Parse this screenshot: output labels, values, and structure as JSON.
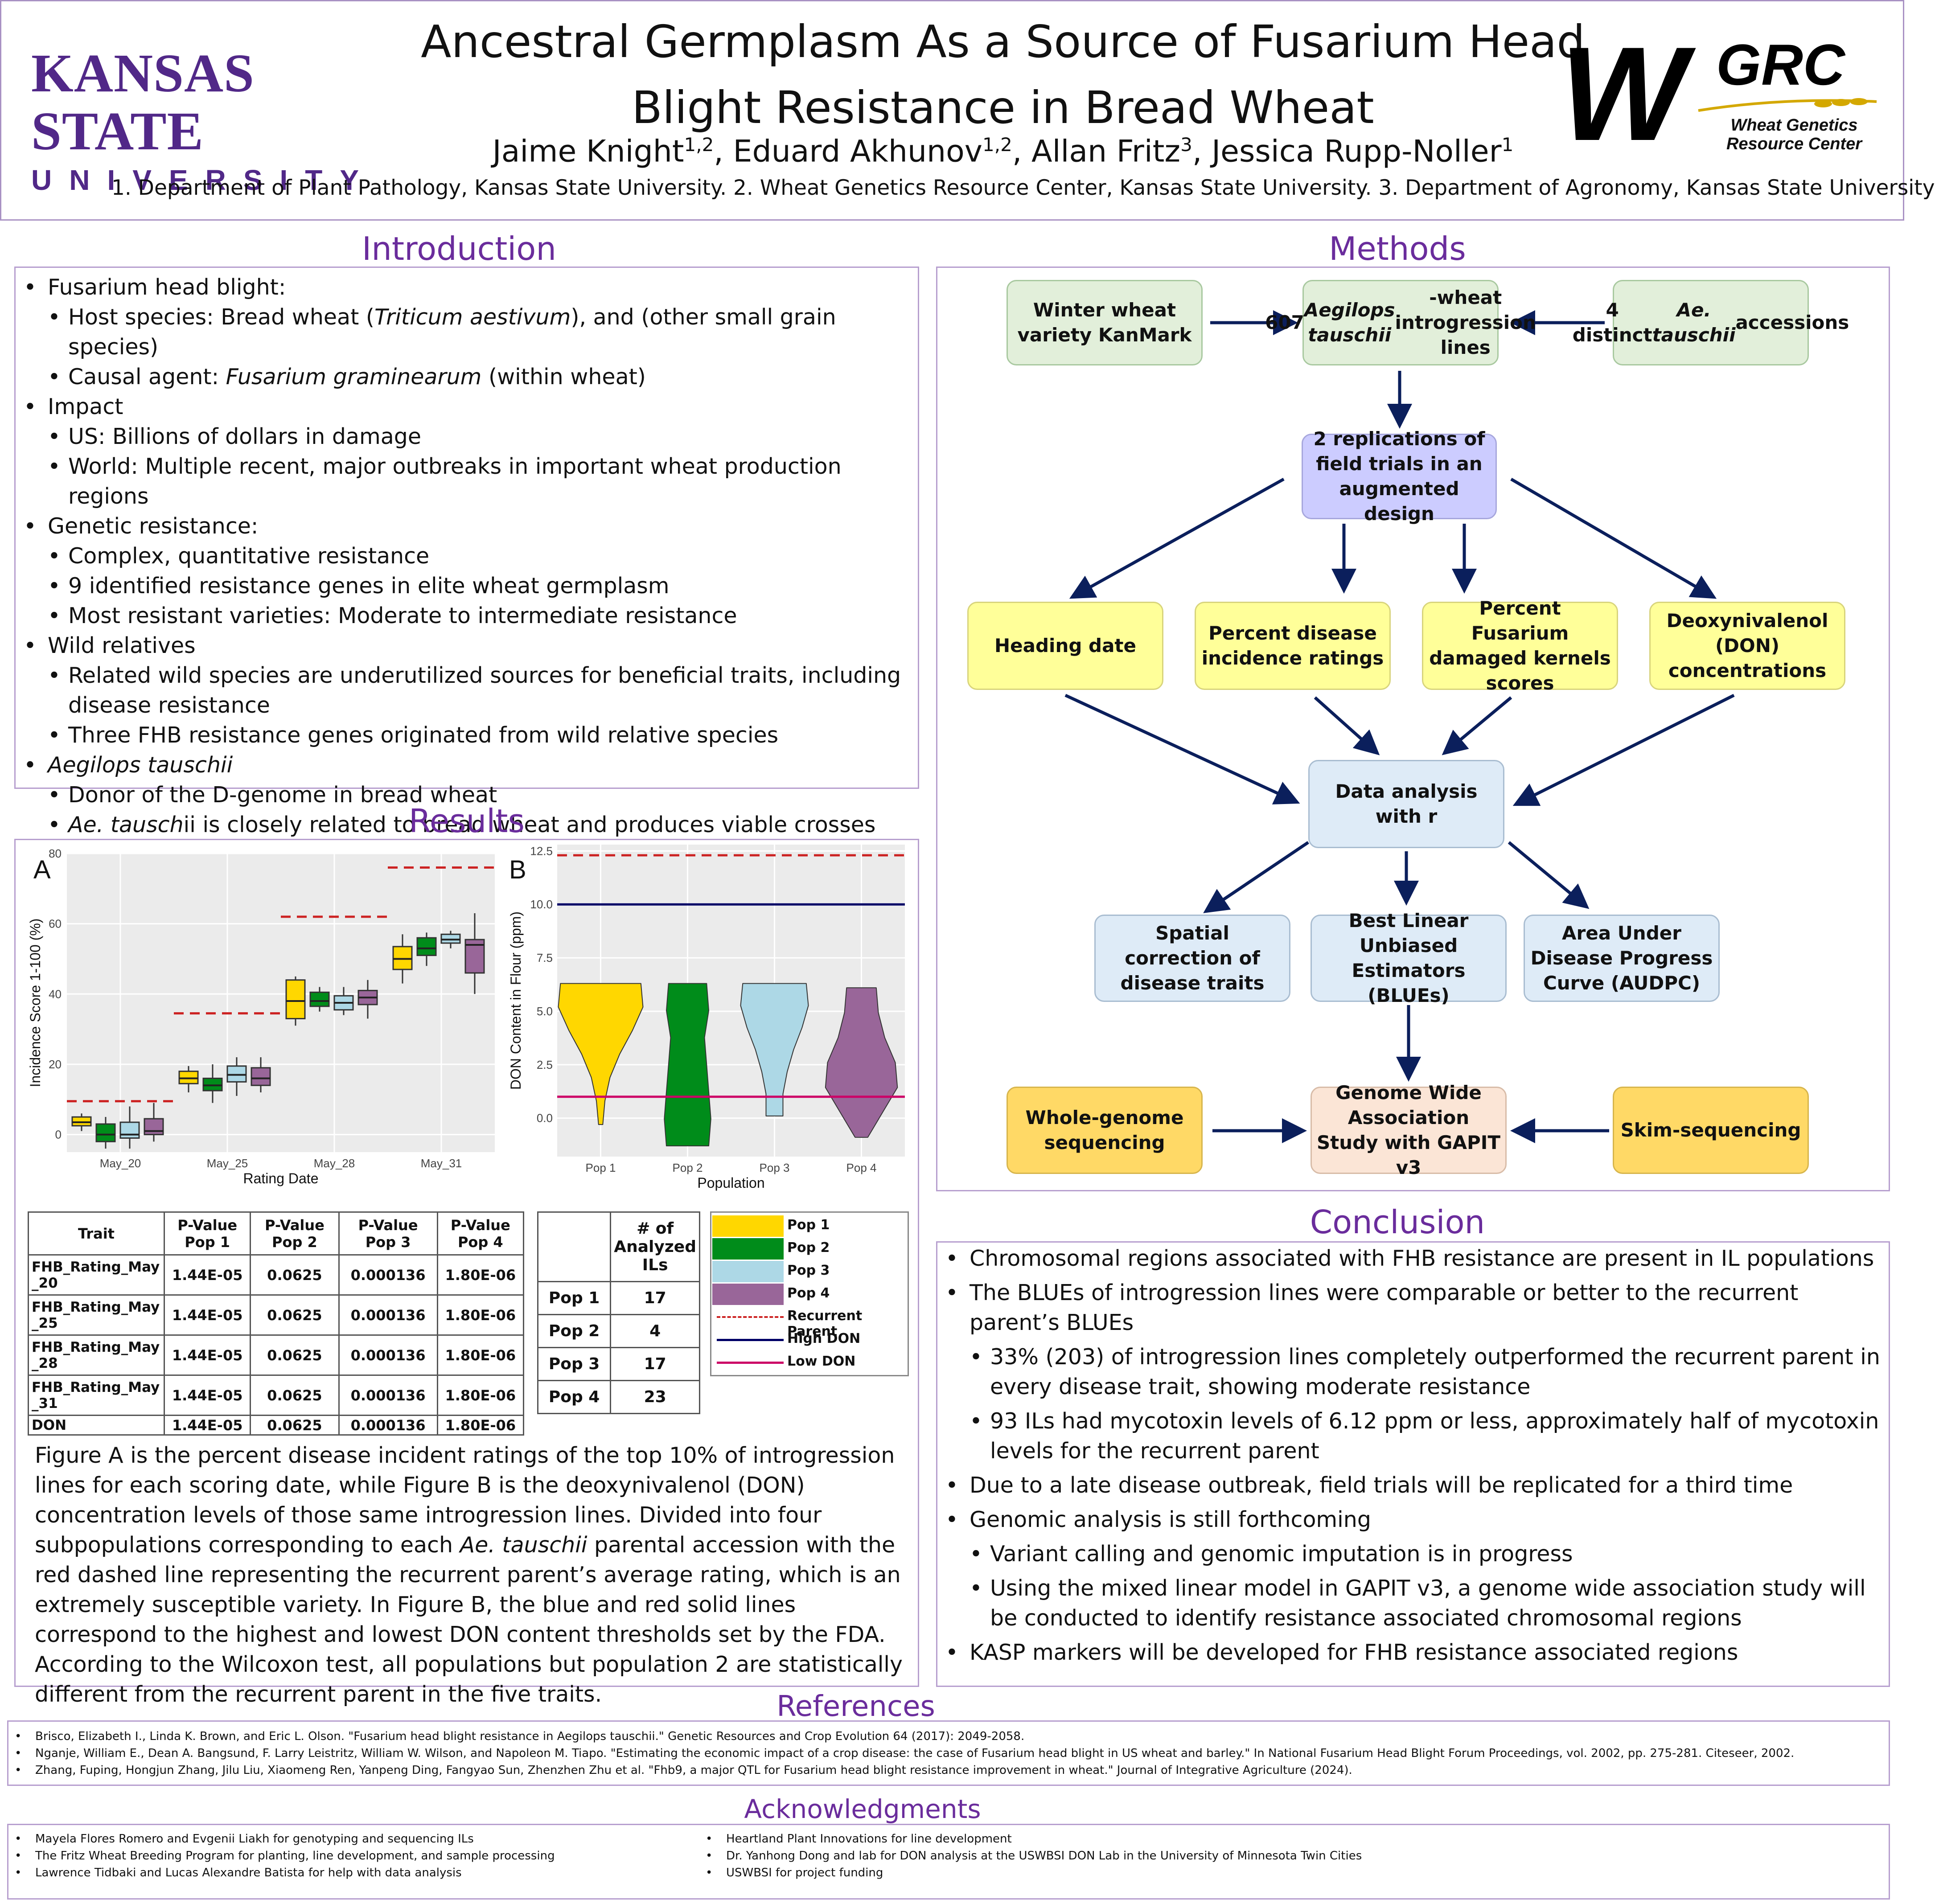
{
  "header": {
    "logo_line1": "KANSAS STATE",
    "logo_line2": "UNIVERSITY",
    "title_line1": "Ancestral Germplasm As a Source of Fusarium Head",
    "title_line2": "Blight Resistance in Bread Wheat",
    "authors": [
      {
        "name": "Jaime Knight",
        "sup": "1,2",
        "sep": ", "
      },
      {
        "name": "Eduard Akhunov",
        "sup": "1,2",
        "sep": ", "
      },
      {
        "name": "Allan Fritz",
        "sup": "3",
        "sep": ", "
      },
      {
        "name": "Jessica Rupp-Noller",
        "sup": "1",
        "sep": ""
      }
    ],
    "affiliations": "1. Department of Plant Pathology, Kansas State University. 2. Wheat Genetics Resource Center, Kansas State University. 3. Department of Agronomy, Kansas State University",
    "wgrc_letter": "W",
    "wgrc_small": "GRC",
    "wgrc_line1": "Wheat Genetics",
    "wgrc_line2": "Resource Center"
  },
  "introduction": {
    "title": "Introduction",
    "items": [
      {
        "level": 1,
        "html": "Fusarium head blight:"
      },
      {
        "level": 2,
        "html": "Host species: Bread wheat (<i>Triticum aestivum</i>), and (other small grain species)"
      },
      {
        "level": 2,
        "html": "Causal agent: <i>Fusarium graminearum</i> (within wheat)"
      },
      {
        "level": 1,
        "html": "Impact"
      },
      {
        "level": 2,
        "html": "US: Billions of dollars in damage"
      },
      {
        "level": 2,
        "html": "World: Multiple recent, major outbreaks in important wheat production regions"
      },
      {
        "level": 1,
        "html": "Genetic resistance:"
      },
      {
        "level": 2,
        "html": "Complex, quantitative resistance"
      },
      {
        "level": 2,
        "html": "9 identified resistance genes in elite wheat germplasm"
      },
      {
        "level": 2,
        "html": "Most resistant varieties: Moderate to intermediate resistance"
      },
      {
        "level": 1,
        "html": "Wild relatives"
      },
      {
        "level": 2,
        "html": "Related wild species are underutilized sources for beneficial traits, including disease resistance"
      },
      {
        "level": 2,
        "html": "Three FHB resistance genes originated from wild relative species"
      },
      {
        "level": 1,
        "html": "<i>Aegilops tauschii</i>"
      },
      {
        "level": 2,
        "html": "Donor of the D-genome in bread wheat"
      },
      {
        "level": 2,
        "html": "<i>Ae. tausch</i>ii is closely related to bread wheat and produces viable crosses"
      }
    ]
  },
  "methods": {
    "title": "Methods",
    "boxes": {
      "kanmark": "Winter wheat variety KanMark",
      "lines607": "607 <i>Aegilops tauschii</i>-wheat introgression lines",
      "accessions": "4 distinct <i>Ae. tauschii</i> accessions",
      "field": "2 replications of field trials in an augmented design",
      "heading": "Heading date",
      "incidence": "Percent disease incidence ratings",
      "fdk": "Percent Fusarium damaged kernels scores",
      "don": "Deoxynivalenol (DON) concentrations",
      "analysis": "Data analysis with r",
      "spatial": "Spatial correction of disease traits",
      "blues": "Best Linear Unbiased Estimators (BLUEs)",
      "audpc": "Area Under Disease Progress Curve (AUDPC)",
      "wgs": "Whole-genome sequencing",
      "gwas": "Genome Wide Association Study with GAPIT v3",
      "skim": "Skim-sequencing"
    }
  },
  "results": {
    "title": "Results",
    "pvalue_table": {
      "headers": [
        "Trait",
        "P-Value Pop 1",
        "P-Value Pop 2",
        "P-Value Pop 3",
        "P-Value Pop 4"
      ],
      "rows": [
        [
          "FHB_Rating_May_20",
          "1.44E-05",
          "0.0625",
          "0.000136",
          "1.80E-06"
        ],
        [
          "FHB_Rating_May_25",
          "1.44E-05",
          "0.0625",
          "0.000136",
          "1.80E-06"
        ],
        [
          "FHB_Rating_May_28",
          "1.44E-05",
          "0.0625",
          "0.000136",
          "1.80E-06"
        ],
        [
          "FHB_Rating_May_31",
          "1.44E-05",
          "0.0625",
          "0.000136",
          "1.80E-06"
        ],
        [
          "DON",
          "1.44E-05",
          "0.0625",
          "0.000136",
          "1.80E-06"
        ]
      ]
    },
    "count_table": {
      "header": "# of Analyzed ILs",
      "rows": [
        [
          "Pop 1",
          "17"
        ],
        [
          "Pop 2",
          "4"
        ],
        [
          "Pop 3",
          "17"
        ],
        [
          "Pop 4",
          "23"
        ]
      ]
    },
    "legend": [
      {
        "label": "Pop 1",
        "kind": "fill",
        "color": "#ffd700"
      },
      {
        "label": "Pop 2",
        "kind": "fill",
        "color": "#008c1a"
      },
      {
        "label": "Pop 3",
        "kind": "fill",
        "color": "#add8e6"
      },
      {
        "label": "Pop 4",
        "kind": "fill",
        "color": "#996699"
      },
      {
        "label": "Recurrent Parent",
        "kind": "dash",
        "color": "#cc2222"
      },
      {
        "label": "High DON",
        "kind": "line",
        "color": "#000066"
      },
      {
        "label": "Low DON",
        "kind": "line",
        "color": "#cc0066"
      }
    ],
    "caption": "Figure A is the percent disease incident ratings of the top 10% of introgression lines for each scoring date, while Figure B is the deoxynivalenol (DON) concentration levels of those same introgression lines. Divided into four subpopulations corresponding to each <i>Ae. tauschii</i> parental accession with the red dashed line representing the recurrent parent’s average rating, which is an extremely susceptible variety. In Figure B, the blue and red solid lines correspond to the highest and lowest DON content thresholds set by the FDA. According to the Wilcoxon test, all populations but population 2 are statistically different from the recurrent parent in the five traits."
  },
  "chart_data": [
    {
      "type": "box",
      "panel_label": "A",
      "xlabel": "Rating Date",
      "ylabel": "Incidence Score 1-100 (%)",
      "categories": [
        "May_20",
        "May_25",
        "May_28",
        "May_31"
      ],
      "ylim": [
        -5,
        80
      ],
      "yticks": [
        0,
        20,
        40,
        60,
        80
      ],
      "grid": true,
      "recurrent_parent": [
        9.5,
        34.5,
        62,
        76
      ],
      "series": [
        {
          "name": "Pop 1",
          "color": "#ffd700",
          "boxes": [
            [
              1,
              2.5,
              3.5,
              5,
              6
            ],
            [
              12,
              14.5,
              16,
              18,
              19.5
            ],
            [
              31,
              33,
              38,
              44,
              45
            ],
            [
              43,
              47,
              50,
              53.5,
              57
            ]
          ]
        },
        {
          "name": "Pop 2",
          "color": "#008c1a",
          "boxes": [
            [
              -4,
              -2,
              0,
              3,
              5
            ],
            [
              9,
              12.5,
              14,
              16,
              20
            ],
            [
              35,
              36.5,
              38,
              40.5,
              42
            ],
            [
              48,
              51,
              53,
              56,
              57.5
            ]
          ]
        },
        {
          "name": "Pop 3",
          "color": "#add8e6",
          "boxes": [
            [
              -4,
              -1,
              0,
              3.5,
              8
            ],
            [
              11,
              15,
              17,
              19.5,
              22
            ],
            [
              34,
              35.5,
              37.5,
              39.5,
              42
            ],
            [
              53,
              54.5,
              55.5,
              57,
              58
            ]
          ]
        },
        {
          "name": "Pop 4",
          "color": "#996699",
          "boxes": [
            [
              -2,
              0,
              1,
              4.5,
              9
            ],
            [
              12,
              14,
              16,
              19,
              22
            ],
            [
              33,
              37,
              39,
              41,
              44
            ],
            [
              40,
              46,
              54,
              55.5,
              63
            ]
          ]
        }
      ]
    },
    {
      "type": "violin",
      "panel_label": "B",
      "xlabel": "Population",
      "ylabel": "DON Content in Flour (ppm)",
      "categories": [
        "Pop 1",
        "Pop 2",
        "Pop 3",
        "Pop 4"
      ],
      "ylim": [
        -1.8,
        12.8
      ],
      "yticks": [
        0.0,
        2.5,
        5.0,
        7.5,
        10.0,
        12.5
      ],
      "grid": true,
      "recurrent_parent": 12.3,
      "high_don": 10.0,
      "low_don": 1.0,
      "series": [
        {
          "name": "Pop 1",
          "color": "#ffd700",
          "min": -0.3,
          "max": 6.3
        },
        {
          "name": "Pop 2",
          "color": "#008c1a",
          "min": -1.3,
          "max": 6.3
        },
        {
          "name": "Pop 3",
          "color": "#add8e6",
          "min": 0.1,
          "max": 6.3
        },
        {
          "name": "Pop 4",
          "color": "#996699",
          "min": -0.9,
          "max": 6.1
        }
      ]
    }
  ],
  "conclusion": {
    "title": "Conclusion",
    "items": [
      {
        "level": 1,
        "html": "Chromosomal regions associated with FHB resistance are present in IL populations"
      },
      {
        "level": 1,
        "html": "The BLUEs of introgression lines were comparable or better to the recurrent parent’s BLUEs"
      },
      {
        "level": 2,
        "html": "33% (203) of introgression lines completely outperformed the recurrent parent in every disease trait, showing moderate resistance"
      },
      {
        "level": 2,
        "html": "93 ILs had mycotoxin levels of 6.12 ppm or less, approximately half of mycotoxin levels for the recurrent parent"
      },
      {
        "level": 1,
        "html": "Due to a late disease outbreak, field trials will be replicated for a third time"
      },
      {
        "level": 1,
        "html": "Genomic analysis is still forthcoming"
      },
      {
        "level": 2,
        "html": "Variant calling and genomic imputation is in progress"
      },
      {
        "level": 2,
        "html": "Using the mixed linear model in GAPIT v3, a genome wide association study will be conducted to identify resistance associated chromosomal regions"
      },
      {
        "level": 1,
        "html": "KASP markers will be developed for FHB resistance associated regions"
      }
    ]
  },
  "references": {
    "title": "References",
    "items": [
      "Brisco, Elizabeth I., Linda K. Brown, and Eric L. Olson. \"Fusarium head blight resistance in Aegilops tauschii.\" Genetic Resources and Crop Evolution 64 (2017): 2049-2058.",
      "Nganje, William E., Dean A. Bangsund, F. Larry Leistritz, William W. Wilson, and Napoleon M. Tiapo. \"Estimating the economic impact of a crop disease: the case of Fusarium head blight in US wheat and barley.\" In National Fusarium Head Blight Forum Proceedings, vol. 2002, pp. 275-281. Citeseer, 2002.",
      "Zhang, Fuping, Hongjun Zhang, Jilu Liu, Xiaomeng Ren, Yanpeng Ding, Fangyao Sun, Zhenzhen Zhu et al. \"Fhb9, a major QTL for Fusarium head blight resistance improvement in wheat.\" Journal of Integrative Agriculture (2024)."
    ]
  },
  "acknowledgments": {
    "title": "Acknowledgments",
    "left": [
      "Mayela Flores Romero and Evgenii Liakh for genotyping and sequencing ILs",
      "The Fritz Wheat Breeding Program for planting, line development, and sample processing",
      "Lawrence Tidbaki and Lucas Alexandre Batista for help with data analysis"
    ],
    "right": [
      "Heartland Plant Innovations for line development",
      "Dr. Yanhong Dong and lab for DON analysis at the USWBSI DON Lab in the University of Minnesota Twin Cities",
      "USWBSI for project funding"
    ]
  },
  "colors": {
    "accent": "#6a2c9c",
    "border": "#b79fcf",
    "arrow": "#0b1f5c"
  }
}
